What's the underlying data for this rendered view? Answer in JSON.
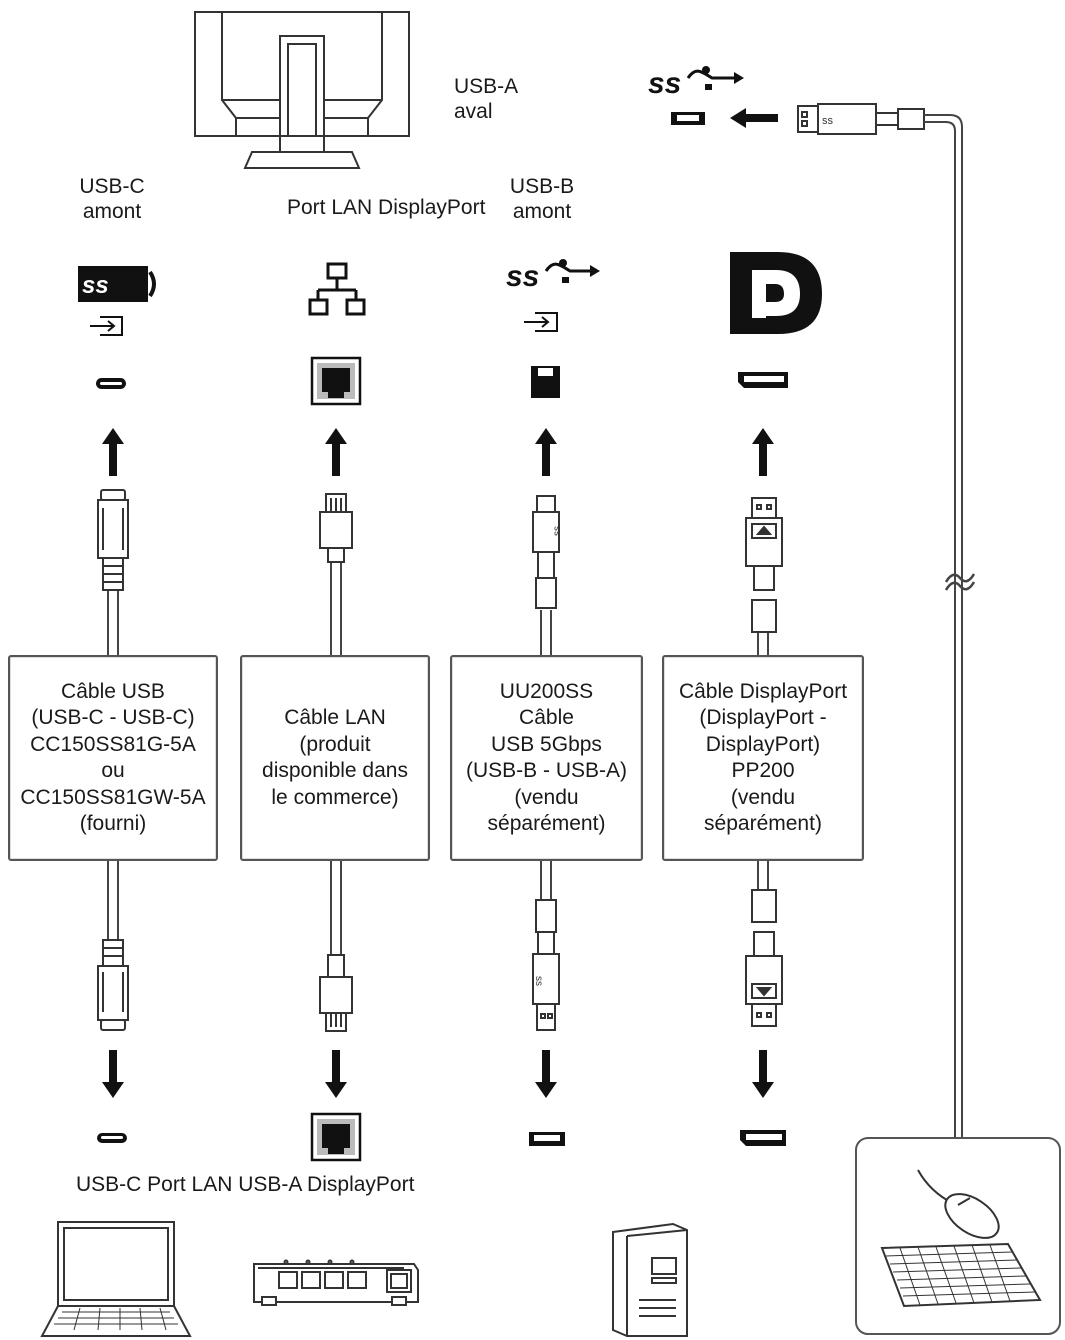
{
  "labels": {
    "usba_down": "USB-A\naval",
    "usbc_up": "USB-C\namont",
    "lan_dp_top": "Port LAN DisplayPort",
    "usbb_up": "USB-B\namont",
    "bottom_ports": "USB-C Port LAN USB-A DisplayPort"
  },
  "cables": [
    {
      "text": "Câble USB\n(USB-C - USB-C)\nCC150SS81G-5A\nou\nCC150SS81GW-5A\n(fourni)"
    },
    {
      "text": "Câble LAN\n(produit\ndisponible dans\nle commerce)"
    },
    {
      "text": "UU200SS\nCâble\nUSB 5Gbps\n(USB-B - USB-A)\n(vendu\nséparément)"
    },
    {
      "text": "Câble DisplayPort\n(DisplayPort -\nDisplayPort)\nPP200\n(vendu\nséparément)"
    }
  ],
  "icons": {
    "superspeed": "ss",
    "plug_logo": "ss"
  },
  "colors": {
    "ink": "#1a1a1a",
    "line": "#555555",
    "fill": "#111111"
  }
}
